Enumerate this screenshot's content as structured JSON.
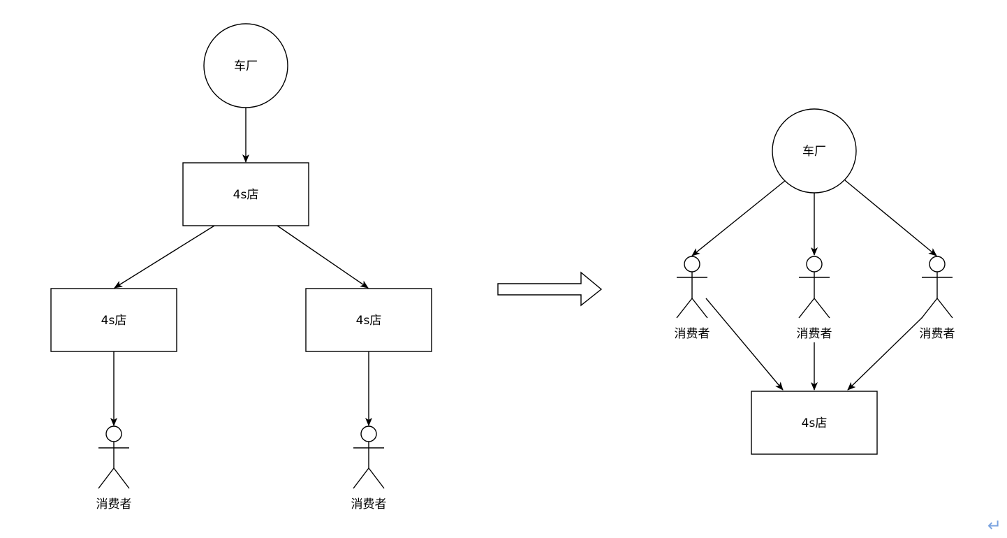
{
  "labels": {
    "factory": "车厂",
    "dealer": "4s店",
    "consumer": "消费者"
  },
  "icons": {
    "return": "↵"
  }
}
